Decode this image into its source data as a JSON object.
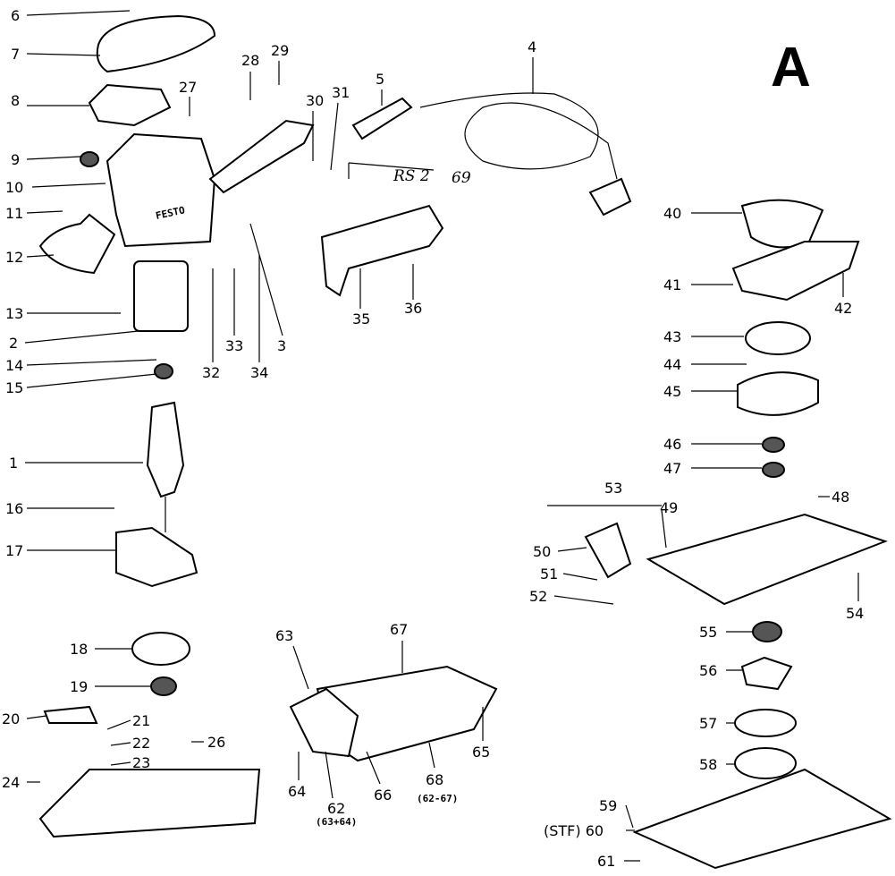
{
  "sheet_letter": "A",
  "brand_on_housing": "FESTO",
  "handwritten_note": {
    "prefix": "RS 2",
    "number": "69"
  },
  "callouts": [
    "6",
    "7",
    "8",
    "9",
    "10",
    "11",
    "12",
    "13",
    "2",
    "14",
    "15",
    "1",
    "16",
    "17",
    "18",
    "19",
    "20",
    "21",
    "22",
    "23",
    "24",
    "26",
    "27",
    "28",
    "29",
    "30",
    "31",
    "4",
    "5",
    "3",
    "32",
    "33",
    "34",
    "35",
    "36",
    "40",
    "41",
    "42",
    "43",
    "44",
    "45",
    "46",
    "47",
    "48",
    "53",
    "49",
    "50",
    "51",
    "52",
    "54",
    "55",
    "56",
    "57",
    "58",
    "59",
    "(STF) 60",
    "61",
    "63",
    "67",
    "65",
    "64",
    "62",
    "66",
    "68"
  ],
  "sub_notes": {
    "part_62": "(63+64)",
    "part_68": "(62-67)"
  }
}
